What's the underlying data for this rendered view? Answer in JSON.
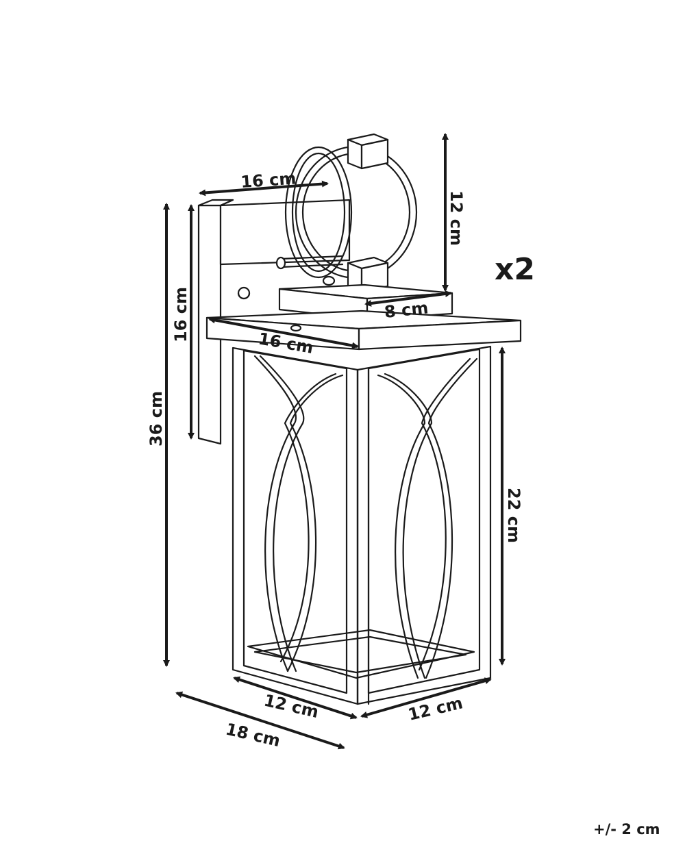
{
  "diagram": {
    "subject": "wall lantern",
    "quantity_label": "x2",
    "tolerance_label": "+/- 2 cm",
    "dimensions": {
      "mount_depth": "16 cm",
      "top_width": "16 cm",
      "backplate_height": "16 cm",
      "total_height": "36 cm",
      "ring_height": "12 cm",
      "cap_width": "8 cm",
      "body_height": "22 cm",
      "base_depth": "12 cm",
      "base_width": "12 cm",
      "total_depth": "18 cm"
    }
  }
}
